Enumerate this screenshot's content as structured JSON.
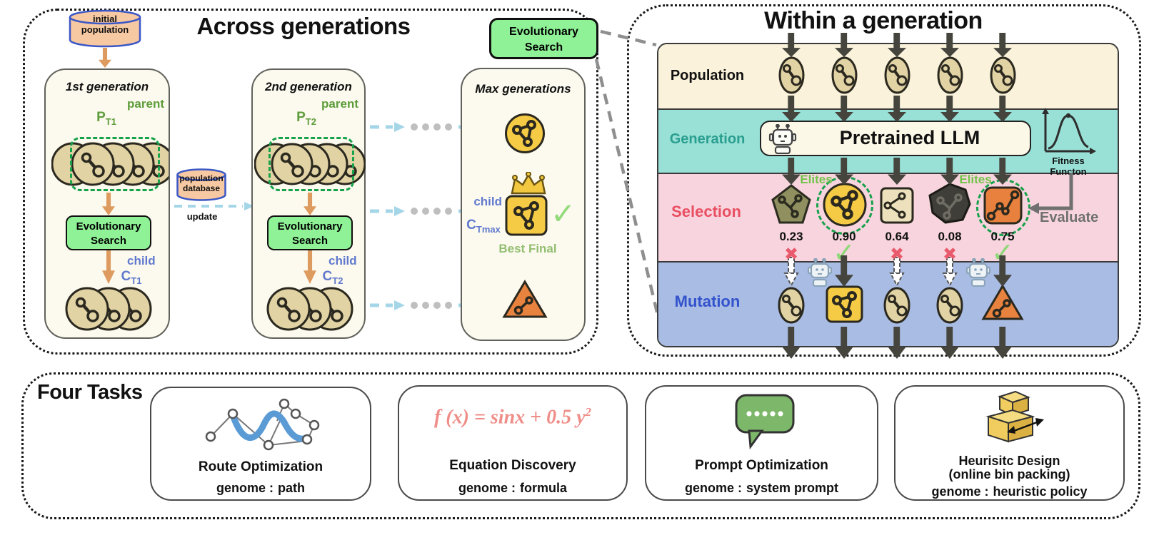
{
  "colors": {
    "accent_green_button": "#8ff296",
    "green_dashed": "#16a24b",
    "parent_green": "#5d9c3a",
    "child_blue": "#6079ce",
    "orange_arrow": "#dd9b60",
    "light_blue_arrow": "#a5d6e8",
    "row_population_bg": "#faf2da",
    "row_generation_bg": "#99e1d7",
    "row_selection_bg": "#f8d5de",
    "row_mutation_bg": "#a9bce4",
    "generation_label": "#2a9e8f",
    "selection_label": "#e94f63",
    "mutation_label": "#3353cc",
    "elites_green": "#72c34a",
    "coin_tan": "#e2d3a5",
    "elite_yellow": "#f5ca45",
    "elite_orange": "#e8813d",
    "formula_salmon": "#ef8e88"
  },
  "across": {
    "title": "Across generations",
    "initial_population": {
      "line1": "initial",
      "line2": "population"
    },
    "database": {
      "line1": "population",
      "line2": "database"
    },
    "update_label": "update",
    "badge": {
      "line1": "Evolutionary",
      "line2": "Search"
    },
    "gen1": {
      "title": "1st generation",
      "parent_label": "parent",
      "parent_base": "P",
      "parent_sub": "T1",
      "btn_line1": "Evolutionary",
      "btn_line2": "Search",
      "child_label": "child",
      "child_base": "C",
      "child_sub": "T1"
    },
    "gen2": {
      "title": "2nd generation",
      "parent_label": "parent",
      "parent_base": "P",
      "parent_sub": "T2",
      "btn_line1": "Evolutionary",
      "btn_line2": "Search",
      "child_label": "child",
      "child_base": "C",
      "child_sub": "T2"
    },
    "max": {
      "title": "Max generations",
      "child_label": "child",
      "child_base": "C",
      "child_sub": "Tmax",
      "best_label": "Best Final"
    }
  },
  "within": {
    "title": "Within a generation",
    "row_labels": {
      "population": "Population",
      "generation": "Generation",
      "selection": "Selection",
      "mutation": "Mutation"
    },
    "llm_label": "Pretrained LLM",
    "fitness": {
      "line1": "Fitness",
      "line2": "Functon"
    },
    "evaluate_label": "Evaluate",
    "elites_label": "Elites",
    "scores": [
      "0.23",
      "0.90",
      "0.64",
      "0.08",
      "0.75"
    ],
    "verdicts": [
      "fail",
      "pass",
      "fail",
      "fail",
      "pass"
    ],
    "cross_glyph": "✖",
    "check_glyph": "✓"
  },
  "tasks": {
    "panel_title": "Four Tasks",
    "genome_label": "genome :",
    "cards": [
      {
        "title": "Route Optimization",
        "genome_value": "path"
      },
      {
        "title": "Equation Discovery",
        "genome_value": "formula",
        "formula_main": "f (x) = sinx  +  0.5 y",
        "formula_sup": "2"
      },
      {
        "title": "Prompt  Optimization",
        "genome_value": "system prompt"
      },
      {
        "title": "Heurisitc Design",
        "subtitle": "(online bin packing)",
        "genome_value": "heuristic policy"
      }
    ]
  }
}
